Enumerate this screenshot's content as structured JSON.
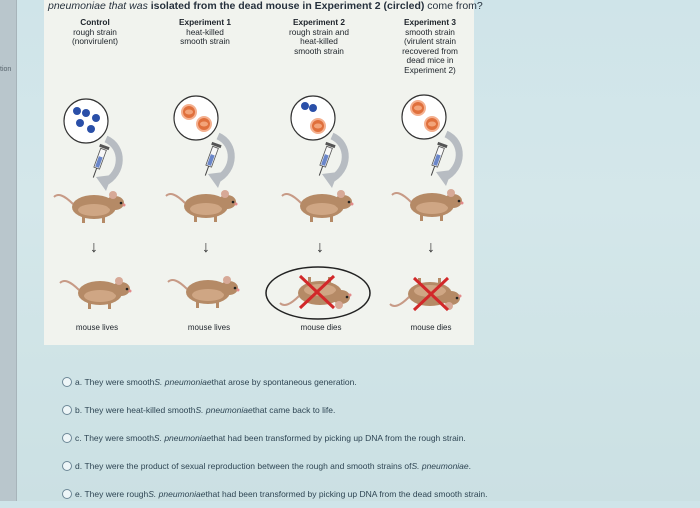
{
  "left_tab": {
    "text": "tion"
  },
  "question": {
    "prefix": "pneumoniae that was ",
    "bold": "isolated from the dead mouse in Experiment 2 (circled)",
    "suffix": " come from?"
  },
  "columns": [
    {
      "heading": "Control",
      "desc": [
        "rough strain",
        "(nonvirulent)"
      ],
      "outcome": "mouse lives"
    },
    {
      "heading": "Experiment 1",
      "desc": [
        "heat-killed",
        "smooth strain"
      ],
      "outcome": "mouse lives"
    },
    {
      "heading": "Experiment 2",
      "desc": [
        "rough strain and",
        "heat-killed",
        "smooth strain"
      ],
      "outcome": "mouse dies"
    },
    {
      "heading": "Experiment 3",
      "desc": [
        "smooth strain",
        "(virulent strain",
        "recovered from",
        "dead mice in",
        "Experiment 2)"
      ],
      "outcome": "mouse dies"
    }
  ],
  "answers": [
    {
      "letter": "a.",
      "parts": [
        "They were smooth ",
        "S. pneumoniae",
        " that arose by spontaneous generation."
      ]
    },
    {
      "letter": "b.",
      "parts": [
        "They were heat-killed smooth ",
        "S. pneumoniae",
        " that came back to life."
      ]
    },
    {
      "letter": "c.",
      "parts": [
        "They were smooth ",
        "S. pneumoniae",
        " that had been transformed by picking up DNA from the rough strain."
      ]
    },
    {
      "letter": "d.",
      "parts": [
        "They were the product of sexual reproduction between the rough and smooth strains of ",
        "S. pneumoniae",
        "."
      ]
    },
    {
      "letter": "e.",
      "parts": [
        "They were rough ",
        "S. pneumoniae",
        " that had been transformed by picking up DNA from the dead smooth strain."
      ]
    }
  ],
  "colors": {
    "rough_bacteria": "#2a4fa8",
    "smooth_bacteria": "#e0703c",
    "mouse": "#b58a66",
    "red_x": "#d2282a"
  }
}
